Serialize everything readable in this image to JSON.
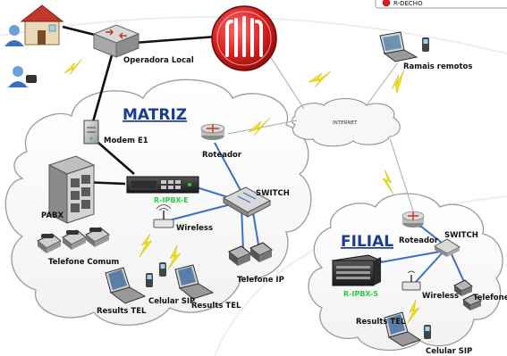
{
  "legend": {
    "label": "R-DECHO"
  },
  "labels": {
    "operadora": "Operadora Local",
    "ramais": "Ramais remotos",
    "internet": "INTERNET",
    "matriz": "MATRIZ",
    "modem": "Modem E1",
    "roteador_matriz": "Roteador",
    "switch_matriz": "SWITCH",
    "rpbx_e": "R-IPBX-E",
    "pabx": "PABX",
    "wireless_matriz": "Wireless",
    "telefone_comum": "Telefone Comum",
    "telefone_ip_matriz": "Telefone IP",
    "celular_matriz": "Celular SIP",
    "results_1": "Results TEL",
    "results_2": "Results TEL",
    "filial": "FILIAL",
    "roteador_filial": "Roteador",
    "switch_filial": "SWITCH",
    "rpbx_s": "R-IPBX-S",
    "wireless_filial": "Wireless",
    "telefone_ip_filial": "Telefone IP",
    "results_filial": "Results TEL",
    "celular_filial": "Celular SIP"
  },
  "colors": {
    "line_black": "#111111",
    "line_blue": "#3b6fc4",
    "lightning": "#f2e21a",
    "logo_red": "#d81e1e",
    "cloud_stroke": "#9a9a9a"
  }
}
